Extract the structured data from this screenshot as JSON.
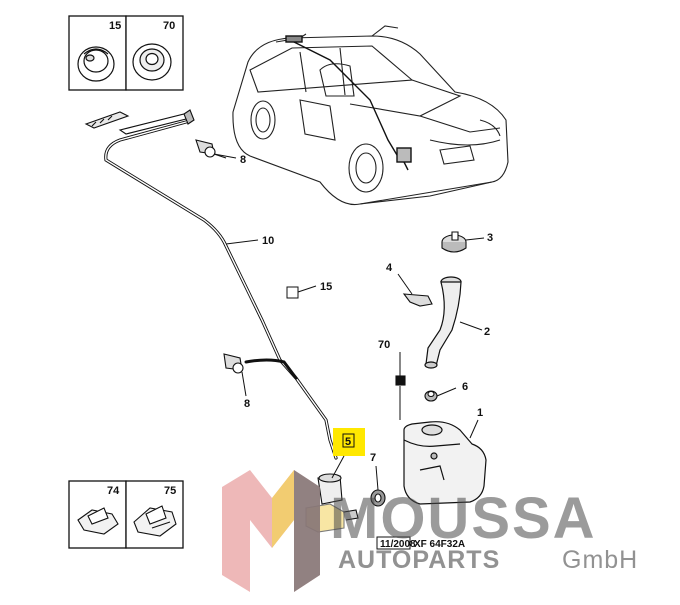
{
  "thumbnail_boxes": [
    {
      "number": "15"
    },
    {
      "number": "70"
    },
    {
      "number": "74"
    },
    {
      "number": "75"
    }
  ],
  "callouts": {
    "c1": "1",
    "c2": "2",
    "c3": "3",
    "c4": "4",
    "c5": "5",
    "c6": "6",
    "c7": "7",
    "c8a": "8",
    "c8b": "8",
    "c10": "10",
    "c15": "15",
    "c70": "70"
  },
  "reference": {
    "date": "11/2008",
    "code": "XF 64F32A"
  },
  "watermark": {
    "line1": "MOUSSA",
    "line2": "AUTOPARTS",
    "line3": "GmbH"
  },
  "colors": {
    "highlight": "#ffe800",
    "logo_pink": "#e8a0a0",
    "logo_yellow": "#f3d35a",
    "logo_grey": "#6a6a6a"
  }
}
